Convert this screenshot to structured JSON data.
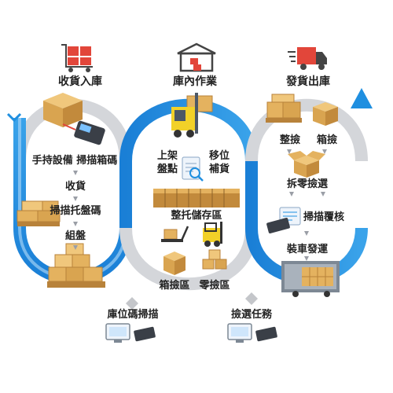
{
  "columns": {
    "inbound": {
      "title": "收貨入庫",
      "steps": [
        "手持設備 掃描箱碼",
        "收貨",
        "掃描托盤碼",
        "組盤"
      ]
    },
    "storage": {
      "title": "庫內作業",
      "labels": {
        "shelving_line1": "上架",
        "shelving_line2": "盤點",
        "move_line1": "移位",
        "move_line2": "補貨",
        "pallet_zone": "整托儲存區",
        "case_zone": "箱撿區",
        "piece_zone": "零撿區"
      }
    },
    "outbound": {
      "title": "發貨出庫",
      "labels": {
        "whole_pick": "整撿",
        "case_pick": "箱撿",
        "split_pick": "拆零撿選",
        "scan_review": "掃描覆核",
        "loading": "裝車發運"
      }
    }
  },
  "bottom": {
    "location_scan": "庫位碼掃描",
    "pick_task": "撿選任務"
  },
  "colors": {
    "flow_blue": "#1f8fe0",
    "flow_light": "#9fd0f5",
    "flow_gray": "#d4d6da",
    "box": "#e4b25f",
    "box_dark": "#b8823a",
    "truck_red": "#e2463a"
  },
  "icons": [
    "cart-boxes-icon",
    "warehouse-icon",
    "delivery-truck-icon"
  ]
}
